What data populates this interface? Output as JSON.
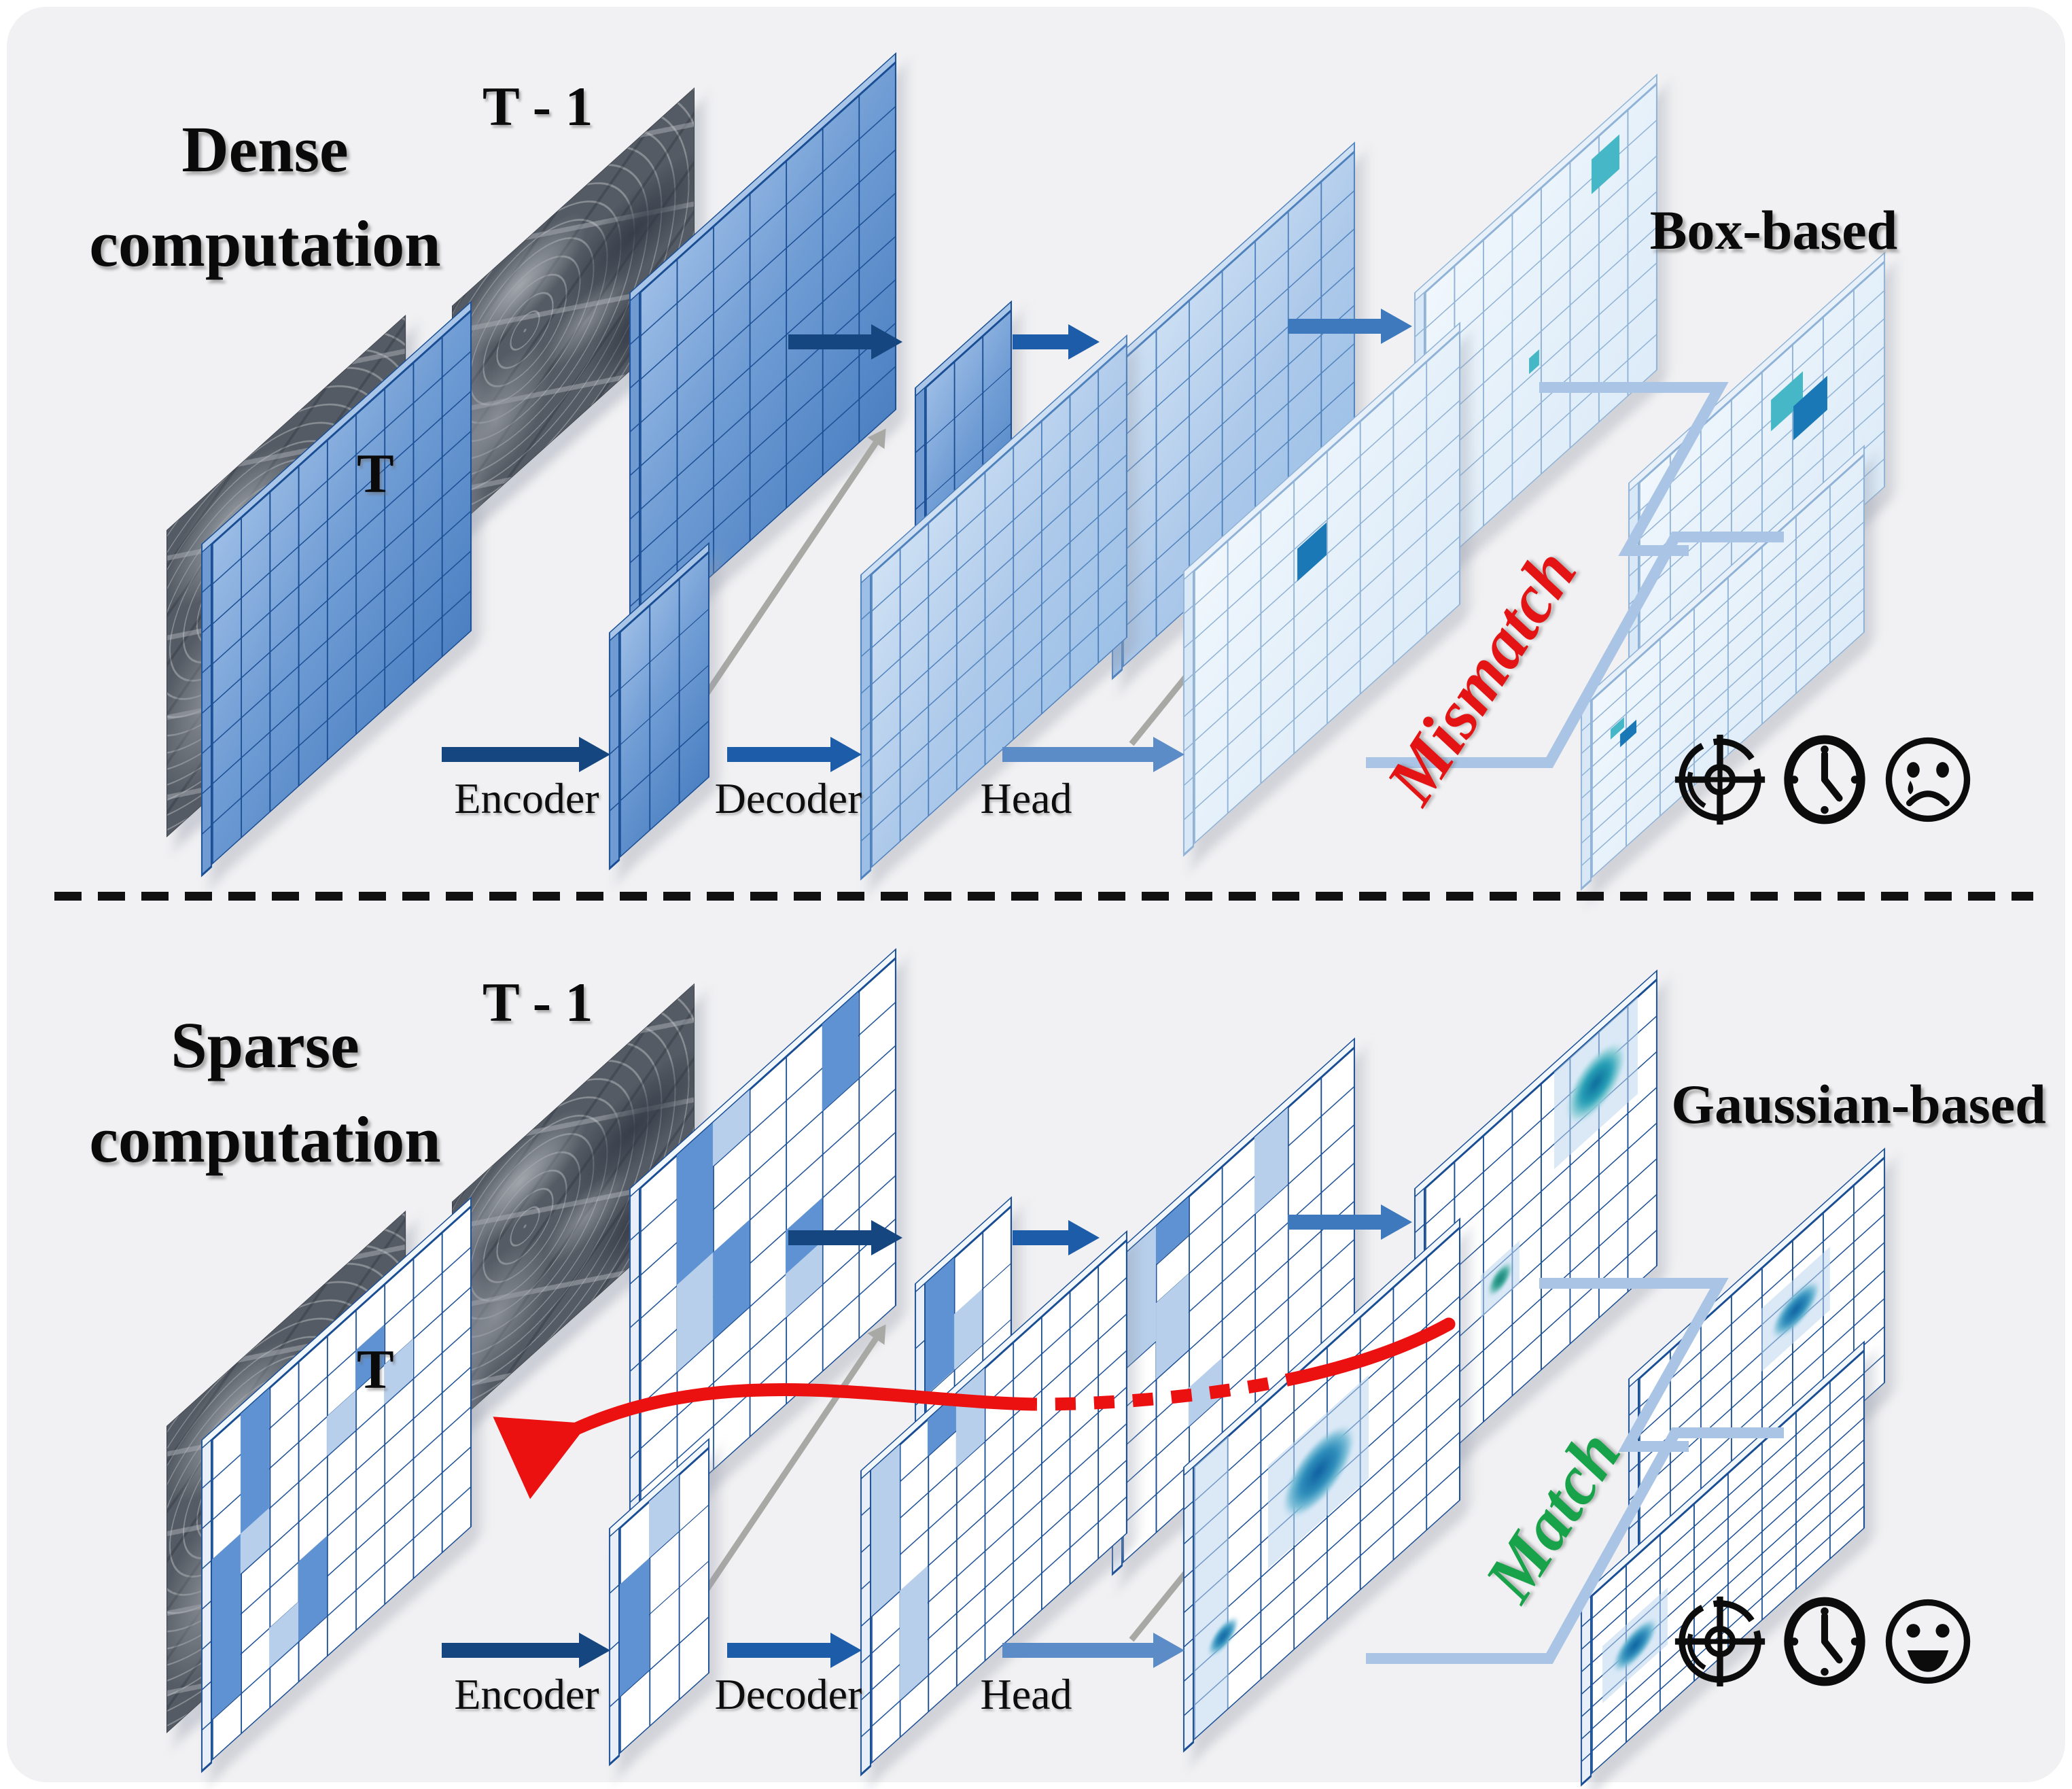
{
  "figure": {
    "background_color": "#f1f1f3",
    "divider_style": "dashed-horizontal-line"
  },
  "colors": {
    "red": "#e41414",
    "green": "#18a34b",
    "teal": "#45b7c6",
    "box_blue": "#1b78b6",
    "dense_blue": "#4b80c2",
    "pipe": "#a9c4e4",
    "icon_black": "#0c0c0c"
  },
  "top": {
    "title_line1": "Dense",
    "title_line2": "computation",
    "frame_prev": "T - 1",
    "frame_curr": "T",
    "stages": [
      "Encoder",
      "Decoder",
      "Head"
    ],
    "output_type": "Box-based",
    "verdict": "Mismatch",
    "icons": [
      "target-icon",
      "clock-icon",
      "sad-face-icon"
    ]
  },
  "bottom": {
    "title_line1": "Sparse",
    "title_line2": "computation",
    "frame_prev": "T - 1",
    "frame_curr": "T",
    "stages": [
      "Encoder",
      "Decoder",
      "Head"
    ],
    "output_type": "Gaussian-based",
    "verdict": "Match",
    "icons": [
      "target-icon",
      "clock-icon",
      "happy-face-icon"
    ]
  }
}
